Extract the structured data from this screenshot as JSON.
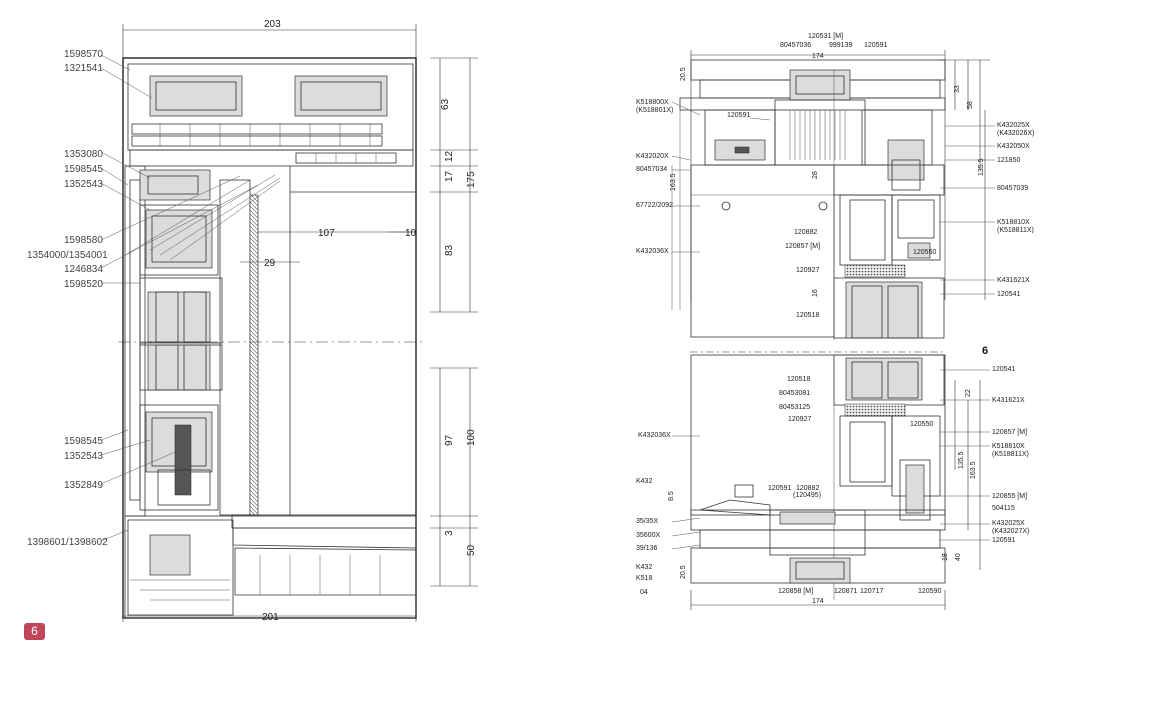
{
  "left_section": {
    "part_labels": [
      "1598570",
      "1321541",
      "1353080",
      "1598545",
      "1352543",
      "1598580",
      "1354000/1354001",
      "1246834",
      "1598520",
      "1598545",
      "1352543",
      "1352849",
      "1398601/1398602"
    ],
    "dims": {
      "top": "203",
      "bottom": "201",
      "inner_width": "107",
      "gap": "10",
      "offset": "29",
      "right_63": "63",
      "right_12": "12",
      "right_17": "17",
      "right_83": "83",
      "right_175": "175",
      "right_97": "97",
      "right_100": "100",
      "right_3": "3",
      "right_50": "50"
    }
  },
  "right_section": {
    "top_labels": [
      "120531 [M]",
      "80457036",
      "999139",
      "120591"
    ],
    "top_width": "174",
    "bottom_width": "174",
    "left_labels_upper": [
      "K518800X",
      "(K518801X)",
      "120591",
      "K432020X",
      "80457034",
      "67722/2092",
      "K432036X"
    ],
    "left_labels_mid": [
      "120882",
      "120857 [M]",
      "120927",
      "120518"
    ],
    "right_labels_upper": [
      "K432025X",
      "(K432026X)",
      "K432050X",
      "121850",
      "80457039",
      "K518810X",
      "(K518811X)",
      "120550",
      "K431621X",
      "120541"
    ],
    "section_mark": "6",
    "lower_right_labels": [
      "120541",
      "K431621X",
      "120550",
      "120857 [M]",
      "K518810X",
      "(K518811X)",
      "120855 [M]",
      "504115",
      "K432025X",
      "(K432027X)",
      "120591"
    ],
    "lower_left_labels": [
      "120518",
      "80453081",
      "80453125",
      "120927",
      "K432036X",
      "K432",
      "120591",
      "120882",
      "(120495)",
      "35/35X",
      "35600X",
      "39/136",
      "K432",
      "K518",
      "04"
    ],
    "lower_bottom_labels": [
      "120858 [M]",
      "120871",
      "120717",
      "120590"
    ],
    "small_dims": {
      "d20_5": "20.5",
      "d33": "33",
      "d58": "58",
      "d135_5": "135.5",
      "d163_5": "163.5",
      "d135": "135",
      "d22": "22",
      "d28": "28",
      "d16": "16",
      "d8_5": "8.5",
      "d20_5b": "20.5",
      "d40": "40",
      "d18": "18",
      "d163": "163.5",
      "d135b": "135.5"
    }
  },
  "page_badge": "6",
  "colors": {
    "badge": "#c2465a",
    "line": "#333333"
  }
}
